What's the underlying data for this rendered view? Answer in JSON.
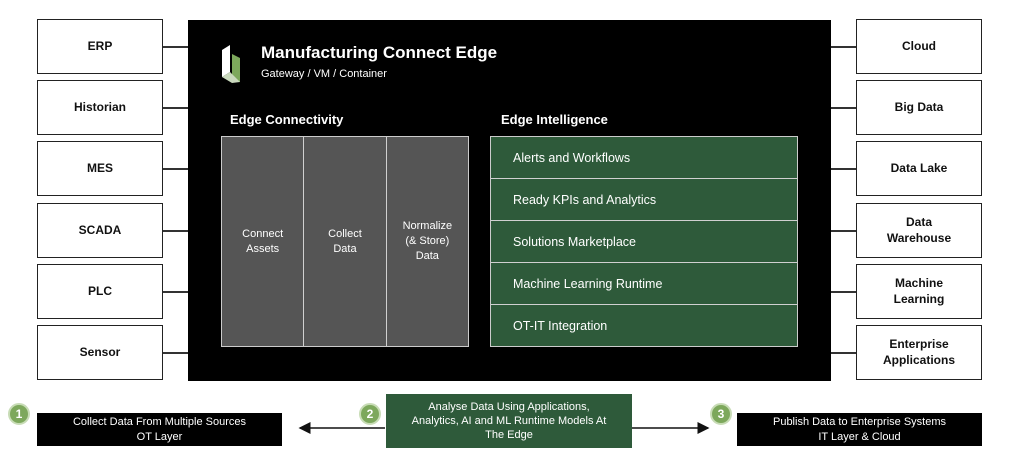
{
  "sources": [
    {
      "label": "ERP"
    },
    {
      "label": "Historian"
    },
    {
      "label": "MES"
    },
    {
      "label": "SCADA"
    },
    {
      "label": "PLC"
    },
    {
      "label": "Sensor"
    }
  ],
  "targets": [
    {
      "label": "Cloud"
    },
    {
      "label": "Big Data"
    },
    {
      "label": "Data Lake"
    },
    {
      "label": "Data\nWarehouse"
    },
    {
      "label": "Machine\nLearning"
    },
    {
      "label": "Enterprise\nApplications"
    }
  ],
  "main": {
    "title": "Manufacturing Connect Edge",
    "subtitle": "Gateway / VM / Container",
    "connectivity": {
      "title": "Edge Connectivity",
      "cells": [
        {
          "label": "Connect\nAssets"
        },
        {
          "label": "Collect\nData"
        },
        {
          "label": "Normalize\n(& Store)\nData"
        }
      ]
    },
    "intelligence": {
      "title": "Edge Intelligence",
      "rows": [
        {
          "label": "Alerts and Workflows"
        },
        {
          "label": "Ready KPIs and Analytics"
        },
        {
          "label": "Solutions Marketplace"
        },
        {
          "label": "Machine Learning Runtime"
        },
        {
          "label": "OT-IT Integration"
        }
      ]
    }
  },
  "steps": [
    {
      "number": "1",
      "label": "Collect Data From Multiple Sources\nOT Layer"
    },
    {
      "number": "2",
      "label": "Analyse Data Using Applications,\nAnalytics, AI and ML Runtime Models At\nThe Edge"
    },
    {
      "number": "3",
      "label": "Publish Data to Enterprise Systems\nIT Layer & Cloud"
    }
  ],
  "colors": {
    "panel": "#000000",
    "connectivity_cell": "#555555",
    "intelligence_row": "#2e5a3a",
    "badge": "#7da85c"
  },
  "icons": {
    "logo": "brand-logo-icon"
  }
}
